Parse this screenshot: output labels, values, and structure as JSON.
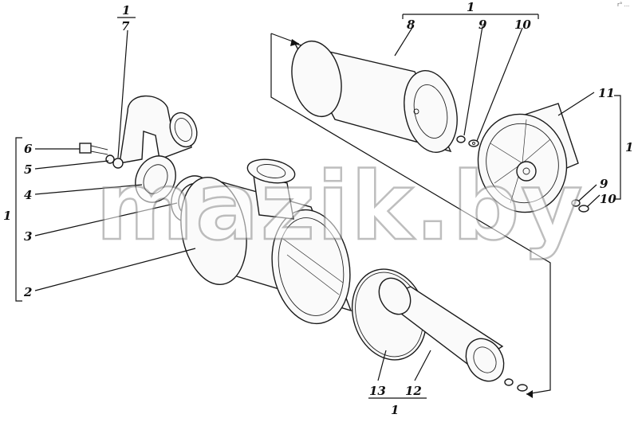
{
  "labels": {
    "l1_top": "1",
    "l7": "7",
    "l1_mid": "1",
    "l8": "8",
    "l9_top": "9",
    "l10_top": "10",
    "l11": "11",
    "l1_right": "1",
    "l9_right": "9",
    "l10_right": "10",
    "l6": "6",
    "l5": "5",
    "l4": "4",
    "l1_left": "1",
    "l3": "3",
    "l2": "2",
    "l13": "13",
    "l12": "12",
    "l1_bottom": "1"
  },
  "watermark": "mazik.by",
  "corner_mark": "r° ..."
}
